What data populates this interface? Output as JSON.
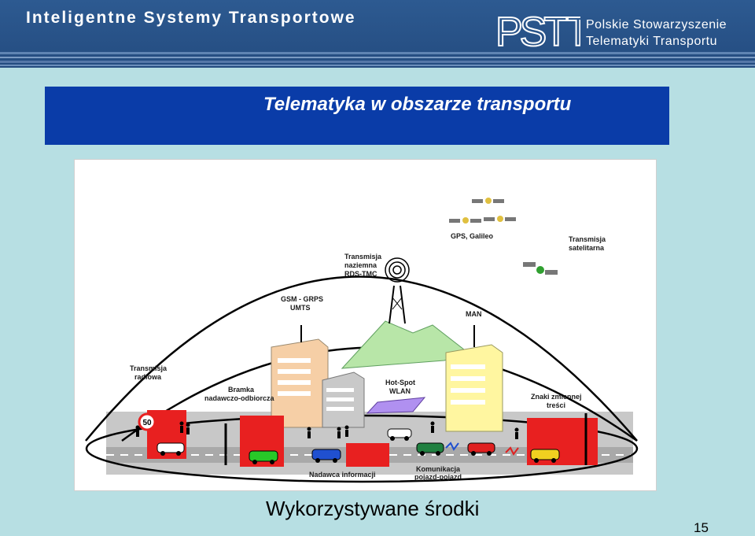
{
  "header": {
    "title": "Inteligentne Systemy Transportowe",
    "logo_text": "PSTT",
    "org_line1": "Polskie Stowarzyszenie",
    "org_line2": "Telematyki Transportu"
  },
  "slide": {
    "title": "Telematyka w obszarze transportu",
    "caption": "Wykorzystywane środki",
    "page_number": "15"
  },
  "diagram": {
    "gps": "GPS, Galileo",
    "sat_line1": "Transmisja",
    "sat_line2": "satelitarna",
    "terr_line1": "Transmisja",
    "terr_line2": "naziemna",
    "terr_line3": "RDS-TMC",
    "gsm_line1": "GSM - GRPS",
    "gsm_line2": "UMTS",
    "man": "MAN",
    "radio_line1": "Transmisja",
    "radio_line2": "radiowa",
    "gate_line1": "Bramka",
    "gate_line2": "nadawczo-odbiorcza",
    "hotspot_line1": "Hot-Spot",
    "hotspot_line2": "WLAN",
    "signs_line1": "Znaki zmiennej",
    "signs_line2": "treści",
    "broadcaster": "Nadawca informacji",
    "v2v_line1": "Komunikacja",
    "v2v_line2": "pojazd-pojazd",
    "speed_sign": "50"
  }
}
